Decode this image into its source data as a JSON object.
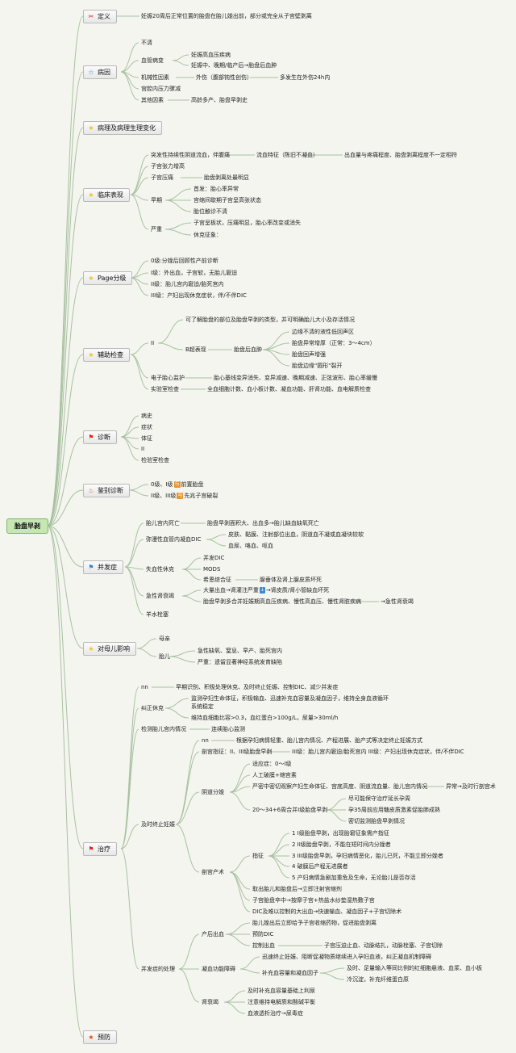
{
  "colors": {
    "branch": "#a8c1a0",
    "star": "#f0c419",
    "flag_red": "#d9261c",
    "flag_blue": "#2c7fd1",
    "fire": "#e24e1b",
    "root_fill": "#c6e7b4",
    "tag_orange": "#e8942f",
    "tag_blue": "#3b8ad6"
  },
  "mindmap": {
    "root": "胎盘早剥",
    "branches": {
      "def": {
        "label": "定义",
        "icon": "scissors-icon",
        "text": "妊娠20周后正常位置的胎盘在胎儿娩出前，部分或完全从子宫壁剥离"
      },
      "cause": {
        "label": "病因",
        "icon": "star-icon",
        "items": {
          "a": "不清",
          "b": "血管病变",
          "b1": "妊娠高血压疾病",
          "b2": "妊娠中、晚期/临产后→胎盘后血肿",
          "c": "机械性因素",
          "c1": "外伤（腹部钝性创伤）",
          "c2": "多发生在外伤24h内",
          "d": "宫腔内压力骤减",
          "e": "其他因素",
          "e1": "高龄多产、胎盘早剥史"
        }
      },
      "patho": {
        "label": "病理及病理生理变化",
        "icon": "star-icon"
      },
      "clinical": {
        "label": "临床表现",
        "icon": "star-icon",
        "items": {
          "a": "突发性持续性阴道流血，伴腹痛",
          "a1": "流血特征（陈旧不凝血）",
          "a2": "出血量与疼痛程度、胎盘剥离程度不一定相符",
          "b": "子宫张力增高",
          "c": "子宫压痛",
          "c1": "胎盘剥离处最明显",
          "d": "早期",
          "d1": "首发：胎心率异常",
          "d2": "宫缩间歇期子宫呈高张状态",
          "d3": "胎位触诊不清",
          "e": "严重",
          "e1": "子宫呈板状，压痛明显，胎心率改变或消失",
          "e2": "休克征象："
        }
      },
      "page": {
        "label": "Page分级",
        "icon": "star-icon",
        "items": {
          "a": "0级:分娩后回顾性产前诊断",
          "b": "I级：外出血，子宫软，无胎儿窘迫",
          "c": "II级：胎儿宫内窘迫/胎死宫内",
          "d": "III级：产妇出现休克症状，伴/不伴DIC"
        }
      },
      "exam": {
        "label": "辅助检查",
        "icon": "star-icon",
        "items": {
          "a": "II",
          "a1": "可了解胎盘的部位及胎盘早剥的类型，并可明确胎儿大小及存活情况",
          "a2": "B超表现",
          "a3": "胎盘后血肿",
          "a3a": "边缘不清的液性低回声区",
          "a3b": "胎盘异常增厚（正常：3～4cm）",
          "a3c": "胎盘回声增强",
          "a3d": "胎盘边缘\"圆形\"裂开",
          "b": "电子胎心监护",
          "b1": "胎心基线变异消失、变异减速、晚期减速、正弦波形、胎心率缓慢",
          "c": "实验室检查",
          "c1": "全血细胞计数、血小板计数、凝血功能、肝肾功能、血电解质检查"
        }
      },
      "diag": {
        "label": "诊断",
        "icon": "flag-icon",
        "items": [
          "病史",
          "症状",
          "体征",
          "II",
          "检验室检查"
        ]
      },
      "diff": {
        "label": "鉴别诊断",
        "icon": "fire-icon",
        "a_pre": "0级、I级",
        "a_tag": "与",
        "a_post": "前置胎盘",
        "b_pre": "II级、III级",
        "b_tag": "与",
        "b_post": "先兆子宫破裂"
      },
      "comp": {
        "label": "并发症",
        "icon": "flag-icon",
        "items": {
          "a": "胎儿宫内死亡",
          "a1": "胎盘早剥面积大、出血多→胎儿缺血缺氧死亡",
          "b": "弥漫性血管内凝血DIC",
          "b1": "皮肤、黏膜、注射部位出血，阴道血不凝或血凝块较软",
          "b2": "血尿、咯血、呕血",
          "c": "失血性休克",
          "c1": "并发DIC",
          "c2": "MODS",
          "c3": "希恩综合征",
          "c3a": "腺垂体及肾上腺皮质坏死",
          "d": "急性肾衰竭",
          "d1_pre": "大量出血→肾灌注严重",
          "d1_tag": "↓",
          "d1_post": "→肾皮质/肾小管缺血坏死",
          "d2": "胎盘早剥多合并妊娠期高血压疾病、慢性高血压、慢性肾脏疾病",
          "d2a": "→急性肾衰竭",
          "e": "羊水栓塞"
        }
      },
      "impact": {
        "label": "对母儿影响",
        "icon": "star-icon",
        "items": {
          "a": "母亲",
          "b": "胎儿",
          "b1": "急性缺氧、窒息、早产、胎死宫内",
          "b2": "严重：遗留显著神经系统发育缺陷"
        }
      },
      "treat": {
        "label": "治疗",
        "icon": "flag-icon",
        "items": {
          "a": "nn",
          "a1": "早期识别、积极处理休克、及时终止妊娠、控制DIC、减少并发症",
          "b": "纠正休克",
          "b1": "监测孕妇生命体征，积极输血、迅速补充血容量及凝血因子，维持全身血液循环",
          "b1b": "系统稳定",
          "b2": "维持血细胞比容>0.3，血红蛋白>100g/L，尿量>30ml/h",
          "c": "检测胎儿宫内情况",
          "c1": "连续胎心监测",
          "d": "及时终止妊娠",
          "d1": "nn",
          "d1a": "根据孕妇病情轻重、胎儿宫内情况、产程进展、胎产式等决定终止妊娠方式",
          "d2": "剖宫指征：II、III级胎盘早剥",
          "d2a": "III级：胎儿宫内窘迫/胎死宫内 III级：产妇出现休克症状，伴/不伴DIC",
          "d3": "阴道分娩",
          "d3a": "适应症：0～I级",
          "d3b": "人工破膜+缩宫素",
          "d3c": "严密中密切观察产妇生命体征、宫底高度、阴道流血量、胎儿宫内情况",
          "d3c1": "异常→及时行剖宫术",
          "d3d": "20～34+6周合并I级胎盘早剥",
          "d3d1": "尽可能保守治疗延长孕周",
          "d3d2": "孕35周前应用糖皮质激素促胎肺成熟",
          "d3d3": "密切监测胎盘早剥情况",
          "d4": "剖宫产术",
          "d4a": "指征",
          "d4a1": "1 I级胎盘早剥，出现胎窘征象需产指征",
          "d4a2": "2 II级胎盘早剥，不能在短时间内分娩者",
          "d4a3": "3 III级胎盘早剥，孕妇病情恶化，胎儿已死，不能立即分娩者",
          "d4a4": "4 破膜后产程无进展者",
          "d4a5": "5 产妇病情急剧加重危及生命，无论胎儿是否存活",
          "d4b": "取出胎儿和胎盘后→立即注射宫缩剂",
          "d4c": "子宫胎盘卒中→按摩子宫+热盐水纱垫湿热敷子宫",
          "d4d": "DIC及难以控制的大出血→快速输血、凝血因子+子宫切除术",
          "e": "并发症的处理",
          "e1": "产后出血",
          "e1a": "胎儿娩出后立即给予子宫收缩药物，促进胎盘剥离",
          "e1b": "预防DIC",
          "e1c": "控制出血",
          "e1c1": "子宫压迫止血、动脉结扎，动脉栓塞、子宫切除",
          "e2": "凝血功能障碍",
          "e2a": "迅速终止妊娠、阻断促凝物质继续进入孕妇血液，纠正凝血机制障碍",
          "e2b": "补充血容量和凝血因子",
          "e2b1": "及时、足量输入等同比例的红细胞悬液、血浆、血小板",
          "e2b2": "冷沉淀，补充纤维蛋白原",
          "e3": "肾衰竭",
          "e3a": "及时补充血容量基础上利尿",
          "e3b": "注意维持电解质和酸碱平衡",
          "e3c": "血液透析治疗→尿毒症"
        }
      },
      "prev": {
        "label": "预防",
        "icon": "star-icon"
      }
    }
  }
}
